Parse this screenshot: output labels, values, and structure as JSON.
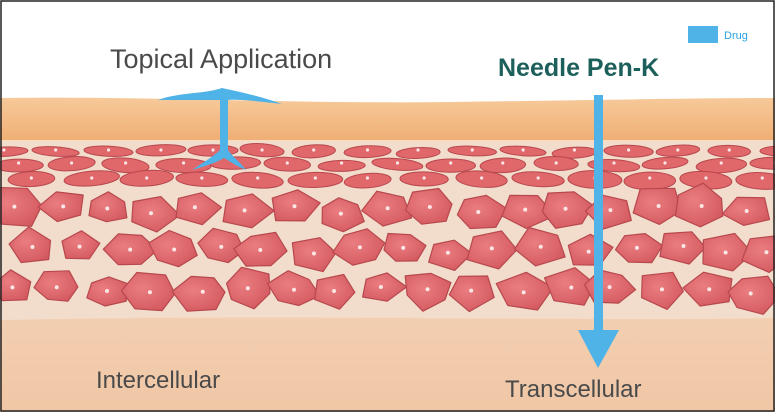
{
  "labels": {
    "topical": "Topical Application",
    "needle": "Needle Pen-K",
    "intercellular": "Intercellular",
    "transcellular": "Transcellular"
  },
  "legend": {
    "label": "Drug",
    "color": "#4fb3e8"
  },
  "colors": {
    "skin_surface": "#f2b77e",
    "dermis_top": "#f6d2b3",
    "dermis_bottom": "#f1c8a8",
    "cell_fill": "#e0676a",
    "cell_dark": "#b7484e",
    "gap": "#f0d9c8",
    "drug": "#4fb3e8",
    "border": "#222222"
  },
  "icons": [
    "drug-swatch-icon",
    "needle-arrow-icon",
    "topical-drop-icon"
  ]
}
